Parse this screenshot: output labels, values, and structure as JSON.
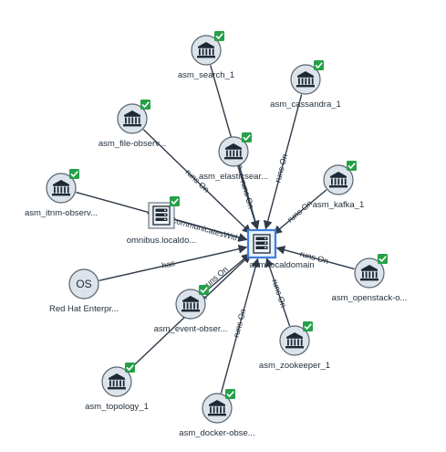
{
  "center": {
    "label": "asm.localdomain"
  },
  "nodes": [
    {
      "key": "search",
      "label": "asm_search_1",
      "icon": "container-icon",
      "status": "ok"
    },
    {
      "key": "cassandra",
      "label": "asm_cassandra_1",
      "icon": "container-icon",
      "status": "ok"
    },
    {
      "key": "file",
      "label": "asm_file-observ...",
      "icon": "container-icon",
      "status": "ok"
    },
    {
      "key": "elastic",
      "label": "asm_elasticsear...",
      "icon": "container-icon",
      "status": "ok"
    },
    {
      "key": "kafka",
      "label": "asm_kafka_1",
      "icon": "container-icon",
      "status": "ok"
    },
    {
      "key": "itnm",
      "label": "asm_itnm-observ...",
      "icon": "container-icon",
      "status": "ok"
    },
    {
      "key": "omnibus",
      "label": "omnibus.localdo...",
      "icon": "server-icon",
      "status": "ok"
    },
    {
      "key": "os",
      "label": "Red Hat Enterpr...",
      "icon": "os-icon",
      "icon_text": "OS"
    },
    {
      "key": "openstack",
      "label": "asm_openstack-o...",
      "icon": "container-icon",
      "status": "ok"
    },
    {
      "key": "event",
      "label": "asm_event-obser...",
      "icon": "container-icon",
      "status": "ok"
    },
    {
      "key": "zookeeper",
      "label": "asm_zookeeper_1",
      "icon": "container-icon",
      "status": "ok"
    },
    {
      "key": "topology",
      "label": "asm_topology_1",
      "icon": "container-icon",
      "status": "ok"
    },
    {
      "key": "docker",
      "label": "asm_docker-obse...",
      "icon": "container-icon",
      "status": "ok"
    }
  ],
  "edges": [
    {
      "from": "search",
      "label": "runs On"
    },
    {
      "from": "cassandra",
      "label": "runs On"
    },
    {
      "from": "file",
      "label": "runs On"
    },
    {
      "from": "elastic",
      "label": "runs On"
    },
    {
      "from": "kafka",
      "label": "runs On"
    },
    {
      "from": "itnm",
      "label": "runs On"
    },
    {
      "from": "omnibus",
      "label": "communicatesWith"
    },
    {
      "from": "os",
      "label": "has"
    },
    {
      "from": "openstack",
      "label": "runs On"
    },
    {
      "from": "event",
      "label": "runs On"
    },
    {
      "from": "zookeeper",
      "label": "runs On"
    },
    {
      "from": "topology",
      "label": "runs On"
    },
    {
      "from": "docker",
      "label": "runs On"
    }
  ],
  "colors": {
    "node_fill": "#dde3ea",
    "node_stroke": "#56646f",
    "icon": "#1d2a36",
    "status_ok": "#24a148",
    "edge": "#2f3b4a",
    "selected": "#3d7fd9"
  }
}
